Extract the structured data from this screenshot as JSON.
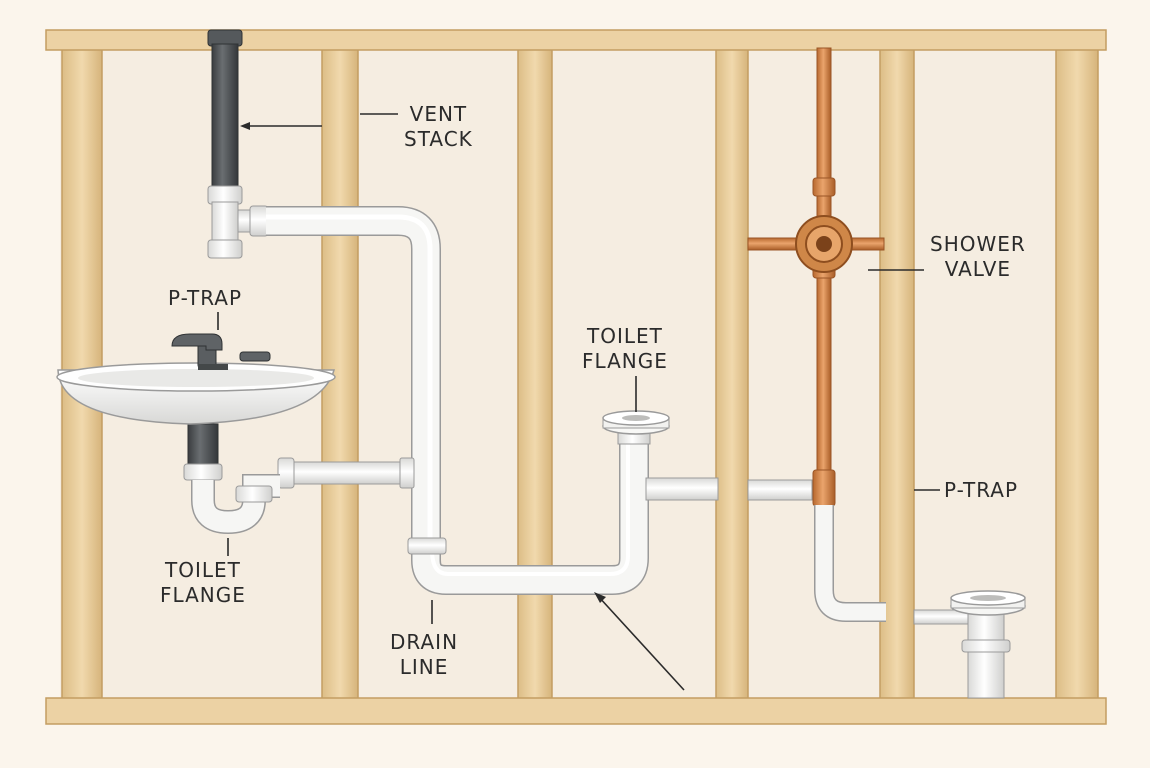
{
  "labels": {
    "vent_stack": {
      "line1": "VENT",
      "line2": "STACK"
    },
    "ptrap_sink": {
      "line1": "P-TRAP"
    },
    "toilet_flange_left": {
      "line1": "TOILET",
      "line2": "FLANGE"
    },
    "drain_line": {
      "line1": "DRAIN",
      "line2": "LINE"
    },
    "toilet_flange_center": {
      "line1": "TOILET",
      "line2": "FLANGE"
    },
    "shower_valve": {
      "line1": "SHOWER",
      "line2": "VALVE"
    },
    "ptrap_right": {
      "line1": "P-TRAP"
    }
  },
  "colors": {
    "background": "#fbf5ec",
    "stud": "#ecd2a4",
    "stud_edge": "#c9a56c",
    "pvc": "#f4f4f2",
    "pvc_edge": "#9a9a9a",
    "vent": "#4b4f52",
    "copper": "#d58a4f",
    "copper_edge": "#9a5526",
    "leader": "#2b2b2b"
  }
}
